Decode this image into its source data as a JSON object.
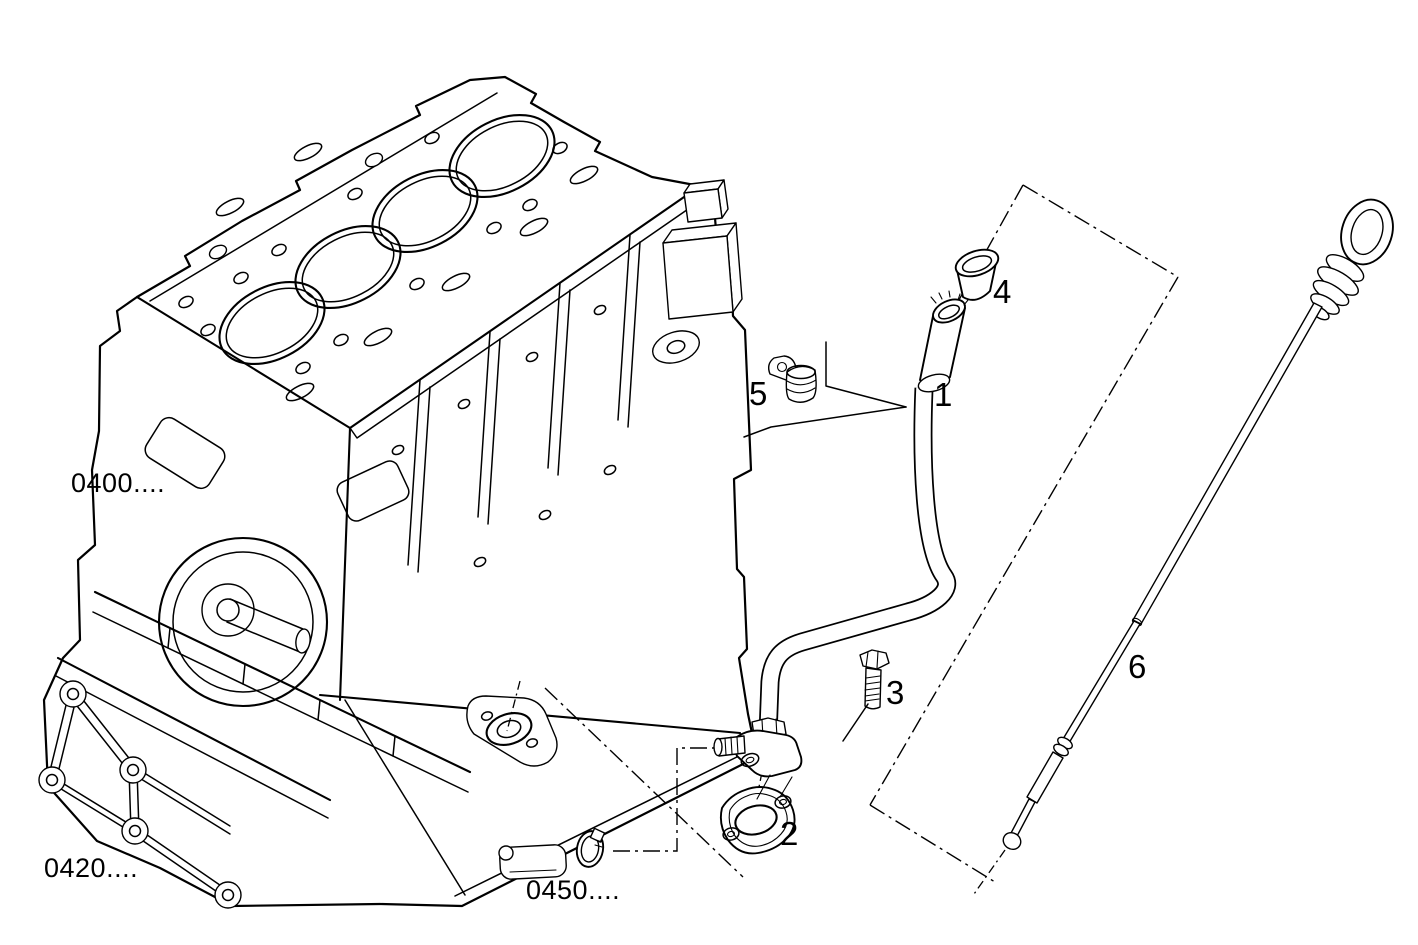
{
  "figure": {
    "background_color": "#ffffff",
    "ink_color": "#000000",
    "type": "exploded-parts-diagram"
  },
  "reference_labels": {
    "engine_block_group": "0400....",
    "bedplate_group": "0420....",
    "hose_group": "0450...."
  },
  "callouts": {
    "tube": "1",
    "gasket": "2",
    "bolt": "3",
    "bushing": "4",
    "bracket": "5",
    "dipstick": "6"
  }
}
